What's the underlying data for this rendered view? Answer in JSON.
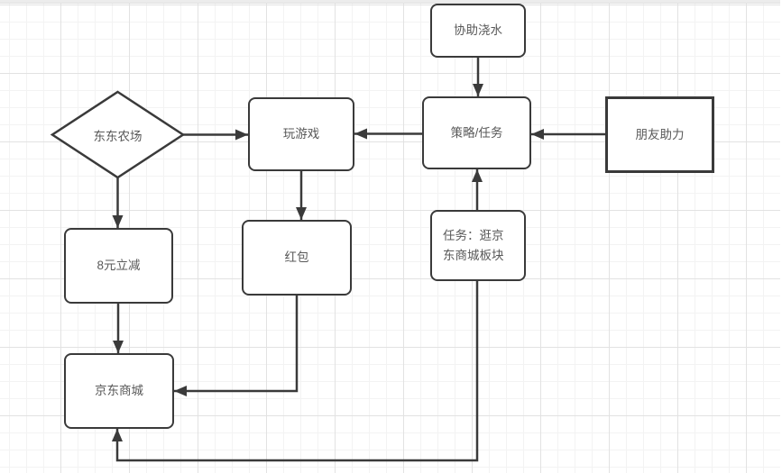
{
  "canvas": {
    "background": "#ffffff",
    "grid_minor_color": "#f3f3f3",
    "grid_major_color": "#e2e2e2",
    "stroke_color": "#3a3a3a",
    "text_color": "#595959"
  },
  "nodes": [
    {
      "id": "assist-watering",
      "label": "协助浇水",
      "shape": "rounded-rectangle"
    },
    {
      "id": "dongdong-farm",
      "label": "东东农场",
      "shape": "diamond"
    },
    {
      "id": "play-games",
      "label": "玩游戏",
      "shape": "rounded-rectangle"
    },
    {
      "id": "strategy-task",
      "label": "策略/任务",
      "shape": "rounded-rectangle"
    },
    {
      "id": "friend-assist",
      "label": "朋友助力",
      "shape": "rectangle"
    },
    {
      "id": "discount-8-yuan",
      "label": "8元立减",
      "shape": "rounded-rectangle"
    },
    {
      "id": "red-packet",
      "label": "红包",
      "shape": "rounded-rectangle"
    },
    {
      "id": "task-visit-jd-mall",
      "label": "任务：逛京东商城板块",
      "shape": "rounded-rectangle"
    },
    {
      "id": "jd-mall",
      "label": "京东商城",
      "shape": "rounded-rectangle"
    }
  ],
  "edges": [
    {
      "from": "assist-watering",
      "to": "strategy-task"
    },
    {
      "from": "dongdong-farm",
      "to": "play-games"
    },
    {
      "from": "strategy-task",
      "to": "play-games"
    },
    {
      "from": "friend-assist",
      "to": "strategy-task"
    },
    {
      "from": "dongdong-farm",
      "to": "discount-8-yuan"
    },
    {
      "from": "play-games",
      "to": "red-packet"
    },
    {
      "from": "task-visit-jd-mall",
      "to": "strategy-task"
    },
    {
      "from": "discount-8-yuan",
      "to": "jd-mall"
    },
    {
      "from": "red-packet",
      "to": "jd-mall"
    },
    {
      "from": "task-visit-jd-mall",
      "to": "jd-mall"
    }
  ]
}
